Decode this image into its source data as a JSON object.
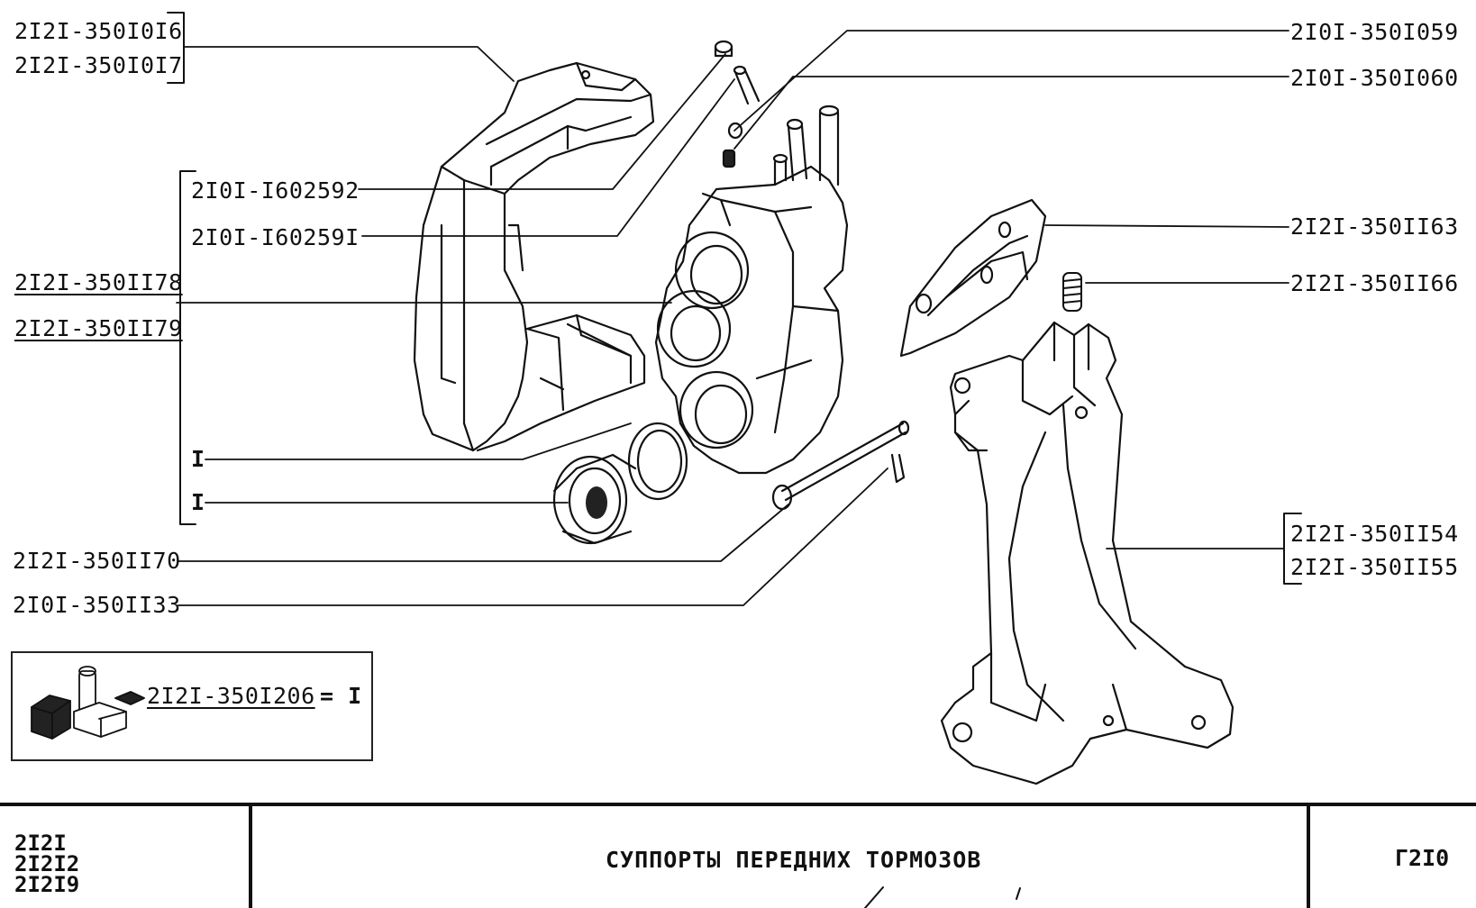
{
  "parts": {
    "caliper_housing_a": "2I2I-350I0I6",
    "caliper_housing_b": "2I2I-350I0I7",
    "bleed_cap": "2I0I-I602592",
    "bleed_valve": "2I0I-I60259I",
    "cylinder_a": "2I2I-350II78",
    "cylinder_b": "2I2I-350II79",
    "ref_1_upper": "I",
    "ref_1_lower": "I",
    "guide_pin": "2I2I-350II70",
    "cotter_pin": "2I0I-350II33",
    "plug_a": "2I0I-350I059",
    "plug_b": "2I0I-350I060",
    "pad_spring_plate": "2I2I-350II63",
    "spring": "2I2I-350II66",
    "bracket_a": "2I2I-350II54",
    "bracket_b": "2I2I-350II55"
  },
  "kit": {
    "code": "2I2I-350I206",
    "equals": "= I"
  },
  "title_block": {
    "models": [
      "2I2I",
      "2I2I2",
      "2I2I9"
    ],
    "title": "СУППОРТЫ ПЕРЕДНИХ ТОРМОЗОВ",
    "sheet": "Г2I0"
  }
}
